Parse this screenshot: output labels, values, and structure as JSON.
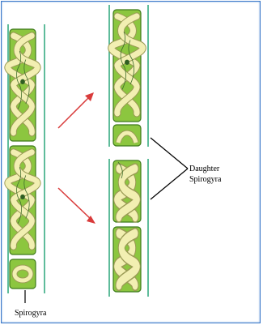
{
  "labels": {
    "left_filament": "Spirogyra",
    "daughter_line1": "Daughter",
    "daughter_line2": "Spirogyra"
  },
  "colors": {
    "cell_fill": "#8cc63f",
    "cell_stroke": "#3d7a1a",
    "chloroplast": "#f2efb2",
    "chloroplast_stroke": "#9a9a55",
    "wall": "#2aa57a",
    "arrow": "#d93b3b",
    "frame": "#3a78c8"
  }
}
